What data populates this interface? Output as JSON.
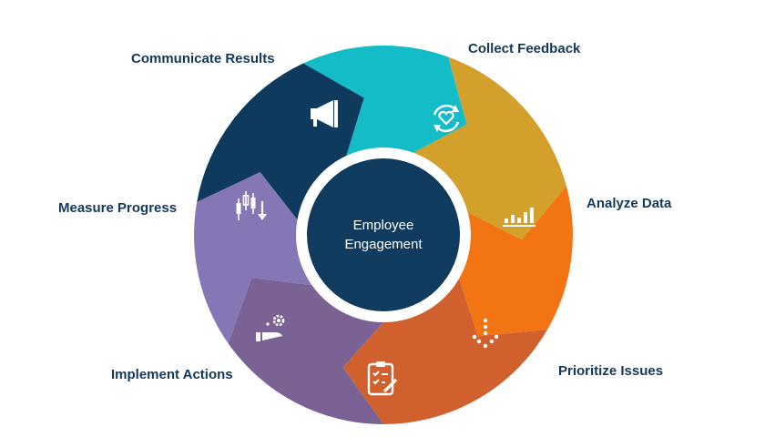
{
  "center": {
    "line1": "Employee",
    "line2": "Engagement",
    "color": "#0f3b5f"
  },
  "steps": [
    {
      "label": "Collect Feedback",
      "color": "#d4a02c",
      "icon": "heart-refresh-icon"
    },
    {
      "label": "Analyze Data",
      "color": "#f37413",
      "icon": "bar-chart-icon"
    },
    {
      "label": "Prioritize Issues",
      "color": "#d0612f",
      "icon": "dots-funnel-icon"
    },
    {
      "label": "Implement Actions",
      "color": "#7a6394",
      "icon": "clipboard-checklist-icon"
    },
    {
      "label": "Measure Progress",
      "color": "#8576b6",
      "icon": "hand-gear-icon"
    },
    {
      "label": "Communicate Results",
      "color": "#0e3a5e",
      "icon": "candlestick-down-icon"
    }
  ],
  "extra_segment": {
    "color": "#13bcc6",
    "icon": "megaphone-icon"
  }
}
